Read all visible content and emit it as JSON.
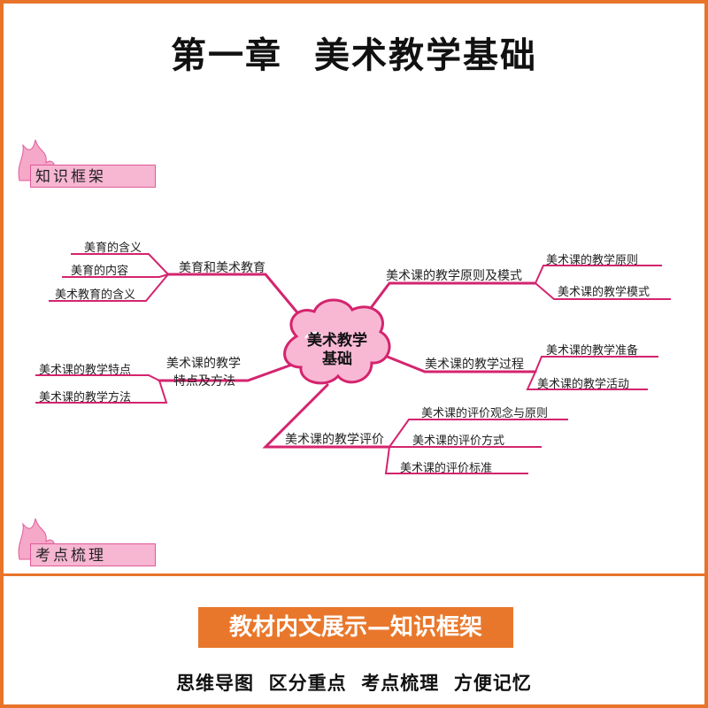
{
  "title": {
    "part1": "第一章",
    "part2": "美术教学基础"
  },
  "sections": {
    "knowledge_frame": "知识框架",
    "exam_points": "考点梳理"
  },
  "mindmap": {
    "center_line1": "美术教学",
    "center_line2": "基础",
    "left": [
      {
        "label": "美育和美术教育",
        "children": [
          "美育的含义",
          "美育的内容",
          "美术教育的含义"
        ]
      },
      {
        "label_line1": "美术课的教学",
        "label_line2": "特点及方法",
        "children": [
          "美术课的教学特点",
          "美术课的教学方法"
        ]
      }
    ],
    "right": [
      {
        "label": "美术课的教学原则及模式",
        "children": [
          "美术课的教学原则",
          "美术课的教学模式"
        ]
      },
      {
        "label": "美术课的教学过程",
        "children": [
          "美术课的教学准备",
          "美术课的教学活动"
        ]
      },
      {
        "label": "美术课的教学评价",
        "children": [
          "美术课的评价观念与原则",
          "美术课的评价方式",
          "美术课的评价标准"
        ]
      }
    ]
  },
  "banner": {
    "text1": "教材内文展示",
    "dash": "—",
    "text2": "知识框架"
  },
  "tagline": "思维导图  区分重点  考点梳理  方便记忆",
  "colors": {
    "accent_orange": "#e8742a",
    "branch_magenta": "#d4246e",
    "tag_pink": "#f7b6d2"
  }
}
